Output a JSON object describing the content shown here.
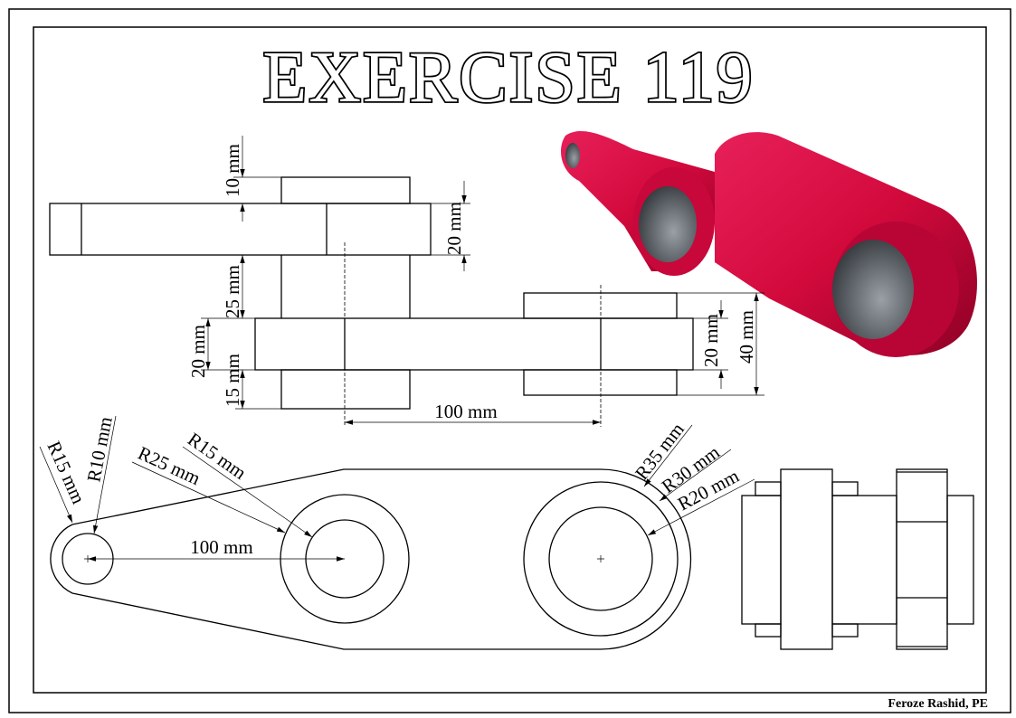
{
  "title": "EXERCISE 119",
  "author": "Feroze Rashid, PE",
  "colors": {
    "part": "#d20a3c",
    "part_dark": "#8e0026",
    "hole": "#4a4f55"
  },
  "front_view": {
    "dims": {
      "top_boss": "10 mm",
      "upper_bar": "20 mm",
      "gap": "25 mm",
      "lower_bar": "20 mm",
      "lower_boss": "15 mm",
      "right_bar": "20 mm",
      "right_boss": "40 mm",
      "center_distance": "100 mm"
    }
  },
  "top_view": {
    "dims": {
      "left_outer": "R15 mm",
      "left_hole": "R10 mm",
      "mid_outer": "R25 mm",
      "mid_hole": "R15 mm",
      "center_distance": "100 mm",
      "right_outer": "R35 mm",
      "right_boss": "R30 mm",
      "right_hole": "R20 mm"
    }
  }
}
